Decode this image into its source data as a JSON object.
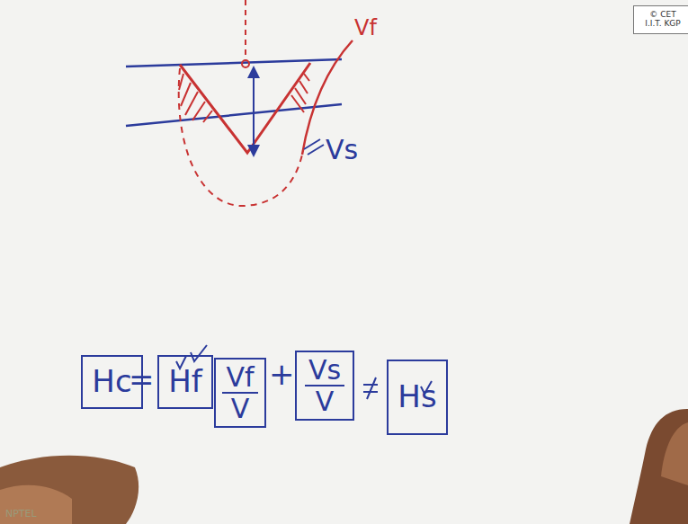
{
  "diagram": {
    "nodes": [
      {
        "text": [
          "© CET I.I.T. KGP"
        ]
      },
      {
        "text": [
          "Hc"
        ]
      },
      {
        "text": [
          "Hf"
        ]
      },
      {
        "text": [
          "Vf",
          "V"
        ]
      },
      {
        "text": [
          "Vs",
          "V"
        ]
      },
      {
        "text": [
          "Hs"
        ]
      }
    ],
    "labels": [
      "Vf",
      "Vs",
      "=",
      "+",
      "NPTEL"
    ]
  }
}
